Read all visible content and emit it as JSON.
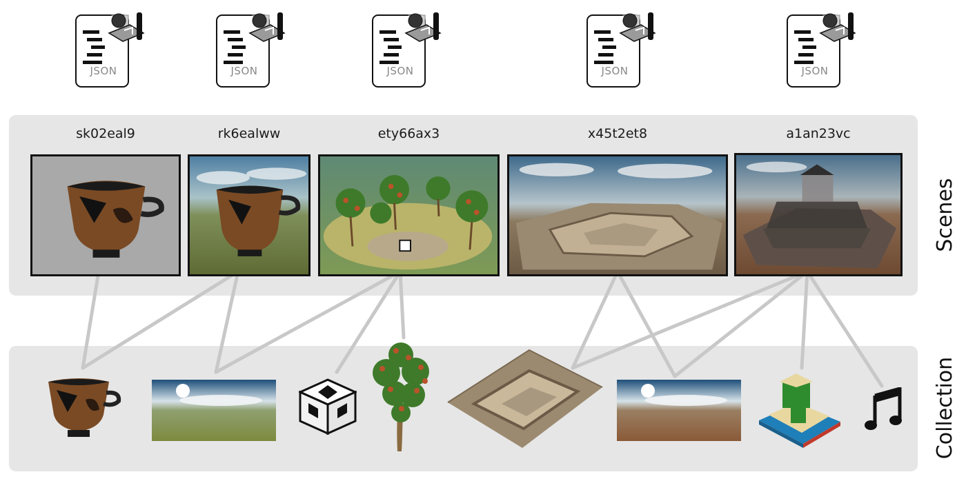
{
  "labels": {
    "scenes": "Scenes",
    "collection": "Collection"
  },
  "documents": [
    {
      "id": "doc-1",
      "label": "JSON"
    },
    {
      "id": "doc-2",
      "label": "JSON"
    },
    {
      "id": "doc-3",
      "label": "JSON"
    },
    {
      "id": "doc-4",
      "label": "JSON"
    },
    {
      "id": "doc-5",
      "label": "JSON"
    }
  ],
  "scenes": [
    {
      "id": "sk02eal9",
      "depicts": "vase on grey background"
    },
    {
      "id": "rk6ealww",
      "depicts": "vase in sky environment"
    },
    {
      "id": "ety66ax3",
      "depicts": "trees on terrain with cube"
    },
    {
      "id": "x45t2et8",
      "depicts": "excavation site with sky"
    },
    {
      "id": "a1an23vc",
      "depicts": "temple reconstruction on site"
    }
  ],
  "collection": [
    {
      "id": "vase",
      "icon": "vase-icon"
    },
    {
      "id": "sky-panorama-green",
      "icon": "panorama-icon"
    },
    {
      "id": "cube",
      "icon": "cube-icon"
    },
    {
      "id": "tree",
      "icon": "tree-icon"
    },
    {
      "id": "terrain",
      "icon": "terrain-icon"
    },
    {
      "id": "sky-panorama-brown",
      "icon": "panorama-icon"
    },
    {
      "id": "temple",
      "icon": "temple-icon"
    },
    {
      "id": "audio",
      "icon": "music-note-icon"
    }
  ],
  "links": [
    [
      "sk02eal9",
      "vase"
    ],
    [
      "rk6ealww",
      "vase"
    ],
    [
      "rk6ealww",
      "sky-panorama-green"
    ],
    [
      "ety66ax3",
      "sky-panorama-green"
    ],
    [
      "ety66ax3",
      "cube"
    ],
    [
      "ety66ax3",
      "tree"
    ],
    [
      "x45t2et8",
      "terrain"
    ],
    [
      "x45t2et8",
      "sky-panorama-brown"
    ],
    [
      "a1an23vc",
      "terrain"
    ],
    [
      "a1an23vc",
      "sky-panorama-brown"
    ],
    [
      "a1an23vc",
      "temple"
    ],
    [
      "a1an23vc",
      "audio"
    ]
  ],
  "colors": {
    "panel": "#e6e6e6",
    "link": "#c8c8c8",
    "frame": "#111111"
  }
}
